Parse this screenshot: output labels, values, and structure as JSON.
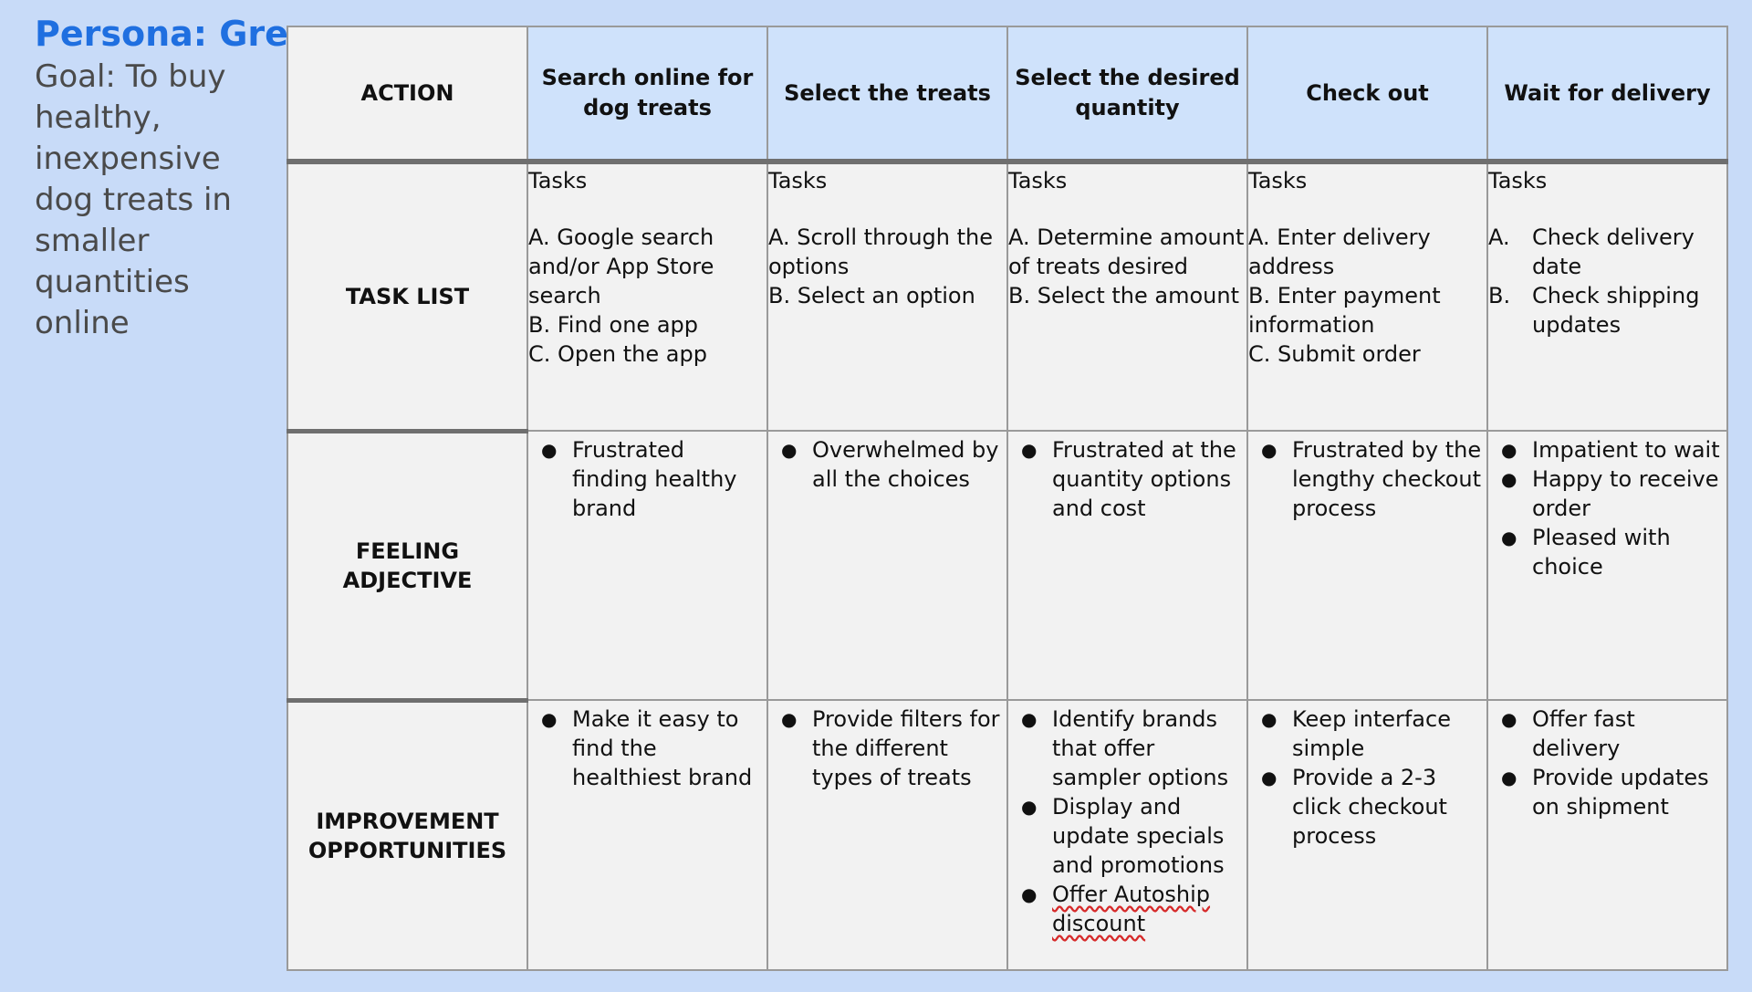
{
  "persona": {
    "name": "Persona: Greg",
    "goal": "Goal: To buy healthy, inexpensive dog treats in smaller quantities online"
  },
  "labels": {
    "action": "ACTION",
    "task_list": "TASK LIST",
    "feeling": "FEELING ADJECTIVE",
    "improvement": "IMPROVEMENT OPPORTUNITIES"
  },
  "stages": [
    {
      "title": "Search online for dog treats",
      "tasks_title": "Tasks",
      "tasks": [
        "A. Google search and/or App Store search",
        "B. Find one app",
        "C. Open the app"
      ],
      "feelings": [
        "Frustrated finding healthy brand"
      ],
      "improvements": [
        "Make it easy to find the healthiest brand"
      ]
    },
    {
      "title": "Select the treats",
      "tasks_title": "Tasks",
      "tasks": [
        "A. Scroll through the options",
        "B. Select an option"
      ],
      "feelings": [
        "Overwhelmed by all the choices"
      ],
      "improvements": [
        "Provide filters for the different types of treats"
      ]
    },
    {
      "title": "Select the desired quantity",
      "tasks_title": "Tasks",
      "tasks": [
        "A. Determine amount of treats desired",
        "B. Select the amount"
      ],
      "feelings": [
        "Frustrated at the quantity options and cost"
      ],
      "improvements": [
        "Identify brands that offer sampler options",
        "Display and update specials and promotions",
        "Offer Autoship discount"
      ]
    },
    {
      "title": "Check out",
      "tasks_title": "Tasks",
      "tasks": [
        "A. Enter delivery address",
        "B. Enter payment information",
        "C. Submit order"
      ],
      "feelings": [
        "Frustrated by the lengthy checkout process"
      ],
      "improvements": [
        "Keep interface simple",
        "Provide a 2-3 click checkout process"
      ]
    },
    {
      "title": "Wait for delivery",
      "tasks_title": "Tasks",
      "tasks_lettered": [
        {
          "letter": "A.",
          "text": "Check delivery date"
        },
        {
          "letter": "B.",
          "text": "Check shipping updates"
        }
      ],
      "feelings": [
        "Impatient to wait",
        "Happy to receive order",
        "Pleased with choice"
      ],
      "improvements": [
        "Offer fast delivery",
        "Provide updates on shipment"
      ]
    }
  ],
  "bullet_glyph": "●"
}
